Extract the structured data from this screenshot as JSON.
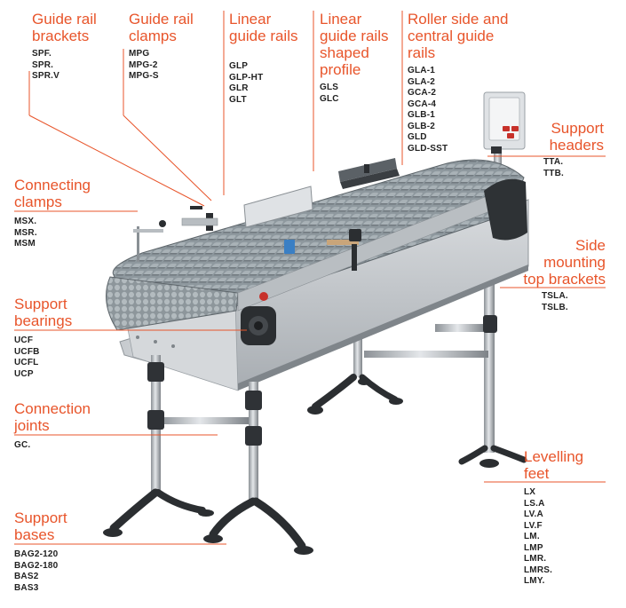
{
  "callouts": {
    "guide_rail_brackets": {
      "title": "Guide rail\nbrackets",
      "codes": [
        "SPF.",
        "SPR.",
        "SPR.V"
      ]
    },
    "guide_rail_clamps": {
      "title": "Guide rail\nclamps",
      "codes": [
        "MPG",
        "MPG-2",
        "MPG-S"
      ]
    },
    "linear_guide_rails": {
      "title": "Linear\nguide rails",
      "codes": [
        "GLP",
        "GLP-HT",
        "GLR",
        "GLT"
      ]
    },
    "linear_guide_rails_shaped": {
      "title": "Linear\nguide rails\nshaped\nprofile",
      "codes": [
        "GLS",
        "GLC"
      ]
    },
    "roller_side_central": {
      "title": "Roller side and\ncentral guide\nrails",
      "codes": [
        "GLA-1",
        "GLA-2",
        "GCA-2",
        "GCA-4",
        "GLB-1",
        "GLB-2",
        "GLD",
        "GLD-SST"
      ]
    },
    "support_headers": {
      "title": "Support\nheaders",
      "codes": [
        "TTA.",
        "TTB."
      ]
    },
    "connecting_clamps": {
      "title": "Connecting\nclamps",
      "codes": [
        "MSX.",
        "MSR.",
        "MSM"
      ]
    },
    "side_mounting_top_brackets": {
      "title": "Side\nmounting\ntop brackets",
      "codes": [
        "TSLA.",
        "TSLB."
      ]
    },
    "support_bearings": {
      "title": "Support\nbearings",
      "codes": [
        "UCF",
        "UCFB",
        "UCFL",
        "UCP"
      ]
    },
    "connection_joints": {
      "title": "Connection\njoints",
      "codes": [
        "GC."
      ]
    },
    "levelling_feet": {
      "title": "Levelling\nfeet",
      "codes": [
        "LX",
        "LS.A",
        "LV.A",
        "LV.F",
        "LM.",
        "LMP",
        "LMR.",
        "LMRS.",
        "LMY."
      ]
    },
    "support_bases": {
      "title": "Support\nbases",
      "codes": [
        "BAG2-120",
        "BAG2-180",
        "BAS2",
        "BAS3"
      ]
    }
  },
  "colors": {
    "accent": "#e8552b",
    "text": "#222222",
    "metal": "#c8ccd0",
    "belt": "#8a949a"
  }
}
